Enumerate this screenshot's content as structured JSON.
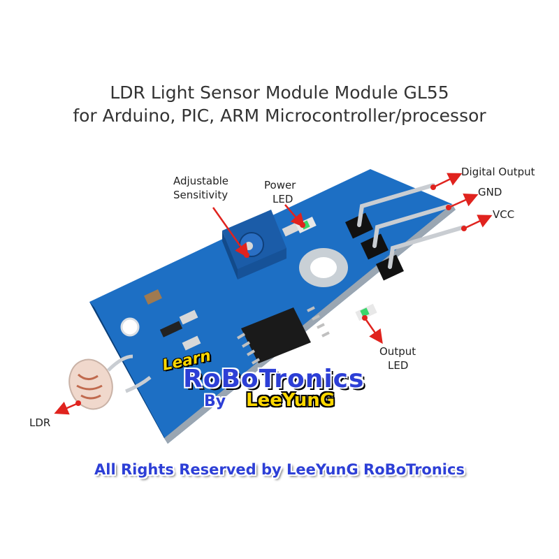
{
  "title": {
    "line1": "LDR Light Sensor Module Module GL55",
    "line2": "for Arduino, PIC, ARM Microcontroller/processor"
  },
  "callouts": {
    "adjustable_line1": "Adjustable",
    "adjustable_line2": "Sensitivity",
    "power_line1": "Power",
    "power_line2": "LED",
    "digital_output": "Digital Output",
    "gnd": "GND",
    "vcc": "VCC",
    "output_line1": "Output",
    "output_line2": "LED",
    "ldr": "LDR"
  },
  "logo": {
    "learn": "Learn",
    "main": "RoBoTronics",
    "by": "By",
    "name": "LeeYunG"
  },
  "rights": "All Rights Reserved by LeeYunG RoBoTronics",
  "colors": {
    "pcb": "#1d6fc4",
    "arrow": "#e0231e",
    "logo_blue": "#2d3fd6",
    "logo_yellow": "#ffd800"
  }
}
